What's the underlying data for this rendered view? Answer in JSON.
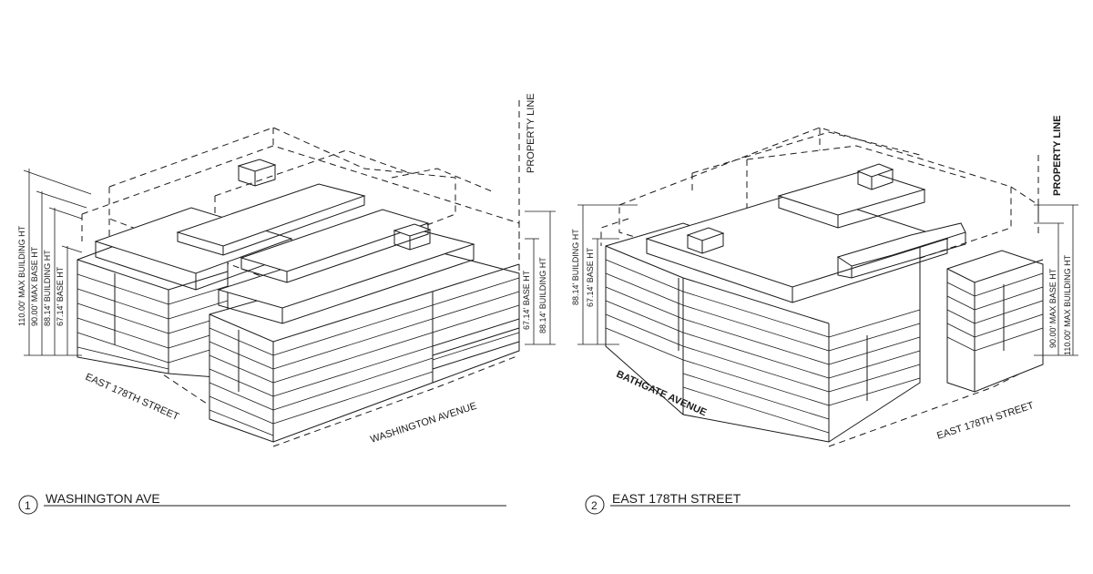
{
  "views": [
    {
      "number": "1",
      "title": "WASHINGTON AVE",
      "property_line": "PROPERTY LINE",
      "streets": [
        "EAST 178TH STREET",
        "WASHINGTON AVENUE"
      ],
      "left_dimensions": [
        "110.00' MAX BUILDING HT",
        "90.00' MAX BASE HT",
        "88.14' BUILDING HT",
        "67.14' BASE HT"
      ],
      "right_dimensions": [
        "67.14' BASE HT",
        "88.14' BUILDING HT"
      ]
    },
    {
      "number": "2",
      "title": "EAST 178TH STREET",
      "property_line": "PROPERTY LINE",
      "streets": [
        "BATHGATE AVENUE",
        "EAST 178TH STREET"
      ],
      "left_dimensions": [
        "88.14' BUILDING HT",
        "67.14' BASE HT"
      ],
      "right_dimensions": [
        "90.00' MAX BASE HT",
        "110.00' MAX BUILDING HT"
      ]
    }
  ]
}
